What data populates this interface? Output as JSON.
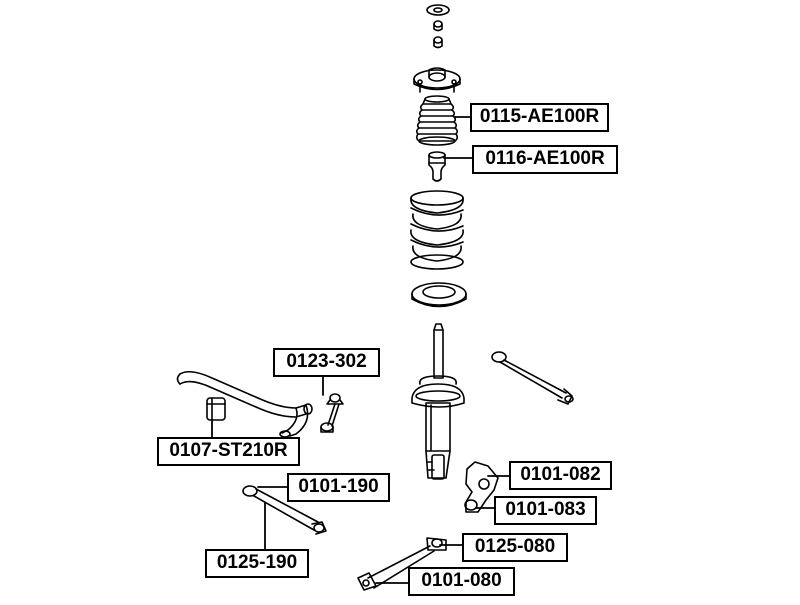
{
  "parts": [
    {
      "key": "p0115",
      "code": "0115-AE100R"
    },
    {
      "key": "p0116",
      "code": "0116-AE100R"
    },
    {
      "key": "p0123",
      "code": "0123-302"
    },
    {
      "key": "p0107",
      "code": "0107-ST210R"
    },
    {
      "key": "p0101_082",
      "code": "0101-082"
    },
    {
      "key": "p0101_083",
      "code": "0101-083"
    },
    {
      "key": "p0101_190",
      "code": "0101-190"
    },
    {
      "key": "p0125_190",
      "code": "0125-190"
    },
    {
      "key": "p0125_080",
      "code": "0125-080"
    },
    {
      "key": "p0101_080",
      "code": "0101-080"
    }
  ],
  "colors": {
    "line": "#000000",
    "fill": "#ffffff",
    "label_border": "#000000"
  }
}
